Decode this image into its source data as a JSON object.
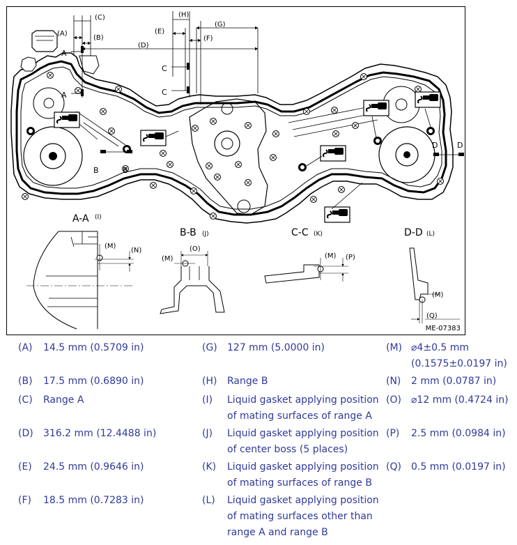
{
  "figure": {
    "code": "ME-07383",
    "dimension_labels": [
      "(A)",
      "(B)",
      "(C)",
      "(D)",
      "(E)",
      "(F)",
      "(G)",
      "(H)"
    ],
    "section_markers": [
      "A",
      "A",
      "C",
      "C",
      "B",
      "B",
      "D",
      "D"
    ],
    "sections": [
      {
        "title": "A-A",
        "ref": "(I)",
        "labels": [
          "(M)",
          "(N)"
        ]
      },
      {
        "title": "B-B",
        "ref": "(J)",
        "labels": [
          "(O)",
          "(M)"
        ]
      },
      {
        "title": "C-C",
        "ref": "(K)",
        "labels": [
          "(M)",
          "(P)"
        ]
      },
      {
        "title": "D-D",
        "ref": "(L)",
        "labels": [
          "(M)",
          "(Q)"
        ]
      }
    ]
  },
  "legend": {
    "col1": [
      {
        "key": "(A)",
        "value": "14.5 mm (0.5709 in)"
      },
      {
        "key": "(B)",
        "value": "17.5 mm (0.6890 in)"
      },
      {
        "key": "(C)",
        "value": "Range A"
      },
      {
        "key": "(D)",
        "value": "316.2 mm (12.4488 in)"
      },
      {
        "key": "(E)",
        "value": "24.5 mm (0.9646 in)"
      },
      {
        "key": "(F)",
        "value": "18.5 mm (0.7283 in)"
      }
    ],
    "col2": [
      {
        "key": "(G)",
        "value": "127 mm (5.0000 in)"
      },
      {
        "key": "(H)",
        "value": "Range B"
      },
      {
        "key": "(I)",
        "value": "Liquid gasket applying position\nof mating surfaces of range A"
      },
      {
        "key": "(J)",
        "value": "Liquid gasket applying position\nof center boss (5 places)"
      },
      {
        "key": "(K)",
        "value": "Liquid gasket applying position\nof mating surfaces of range B"
      },
      {
        "key": "(L)",
        "value": "Liquid gasket applying position\nof mating surfaces other than\nrange A and range B"
      }
    ],
    "col3": [
      {
        "key": "(M)",
        "value": "⌀4±0.5 mm\n(0.1575±0.0197 in)"
      },
      {
        "key": "(N)",
        "value": "2 mm (0.0787 in)"
      },
      {
        "key": "(O)",
        "value": "⌀12 mm (0.4724 in)"
      },
      {
        "key": "(P)",
        "value": "2.5 mm (0.0984 in)"
      },
      {
        "key": "(Q)",
        "value": "0.5 mm (0.0197 in)"
      }
    ]
  }
}
